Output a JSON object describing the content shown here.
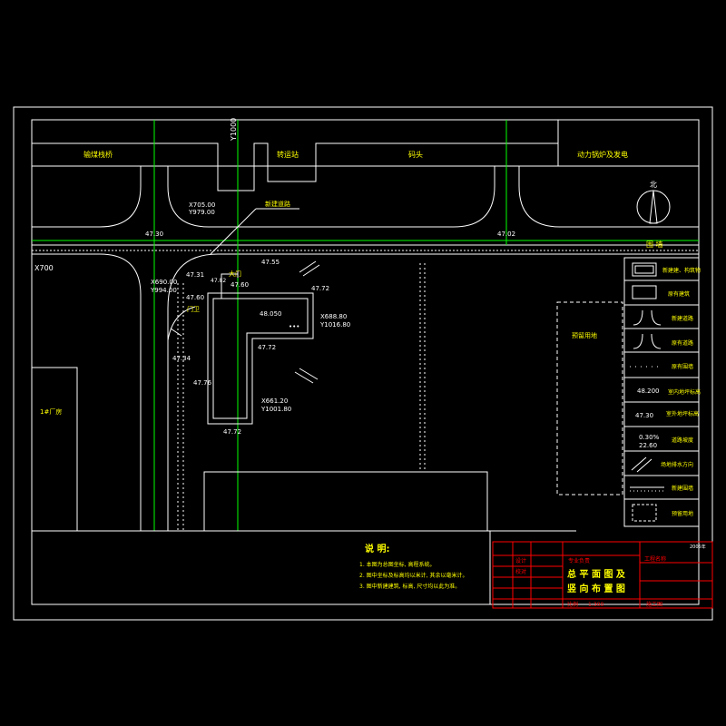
{
  "colors": {
    "background": "#000000",
    "lines": "#ffffff",
    "axis": "#00ff00",
    "text": "#ffff00",
    "titleblock": "#ff0000"
  },
  "top_labels": {
    "yard_left": "输煤栈桥",
    "dock": "码头",
    "tower": "转运站",
    "substation": "动力锅炉及发电"
  },
  "axis_labels": {
    "y_axis": "Y1000",
    "x_axis": "X700"
  },
  "north_arrow": {
    "label": "北"
  },
  "road_label": "围 墙",
  "coordinates": {
    "c1_x": "X705.00",
    "c1_y": "Y979.00",
    "c2_x": "X690.00",
    "c2_y": "Y994.00",
    "c3_x": "X688.80",
    "c3_y": "Y1016.80",
    "c4_x": "X661.20",
    "c4_y": "Y1001.80"
  },
  "elevations": {
    "e1": "47.30",
    "e2": "47.02",
    "e3": "47.31",
    "e4": "47.60",
    "e5": "47.72",
    "e6": "47.60",
    "e7": "47.34",
    "e8": "47.72",
    "e9": "47.76",
    "e10": "47.72",
    "e11": "47.82",
    "e12": "47.55",
    "building": "48.050"
  },
  "callouts": {
    "road_callout": "新建道路",
    "gate": "大门",
    "guard": "门卫"
  },
  "left_building": "1#厂房",
  "right_area": "预留用地",
  "legend": [
    {
      "icon": "double-rect-icon",
      "label": "新建建、构筑物"
    },
    {
      "icon": "rect-icon",
      "label": "原有建筑"
    },
    {
      "icon": "road-new-icon",
      "label": "新建道路"
    },
    {
      "icon": "road-old-icon",
      "label": "原有道路"
    },
    {
      "icon": "fence-icon",
      "label": "原有围墙"
    },
    {
      "icon": "floor-elev-icon",
      "label": "室内地坪标高",
      "sample": "48.200"
    },
    {
      "icon": "outdoor-elev-icon",
      "label": "室外地坪标高",
      "sample": "47.30"
    },
    {
      "icon": "slope-icon",
      "label": "道路坡度",
      "sample_top": "0.30%",
      "sample_bottom": "22.60"
    },
    {
      "icon": "drain-icon",
      "label": "场地排水方向"
    },
    {
      "icon": "wall-new-icon",
      "label": "新建围墙"
    },
    {
      "icon": "reserve-icon",
      "label": "预留用地"
    }
  ],
  "notes": {
    "title": "说 明:",
    "lines": [
      "1. 本图为总图坐标, 高程系统。",
      "2. 图中坐标及标高均以米计, 其余以毫米计。",
      "3. 图中新建建筑, 标高, 尺寸均以此为准。"
    ]
  },
  "title_block": {
    "project_name": "工程名称",
    "design": "设计",
    "check": "校对",
    "drawing_title_1": "总 平 面 图 及",
    "drawing_title_2": "竖 向 布 置 图",
    "scale_label": "比例",
    "scale_value": "1:300",
    "stage": "施工图",
    "discipline": "专业负责",
    "corner_tag": "2005年"
  }
}
